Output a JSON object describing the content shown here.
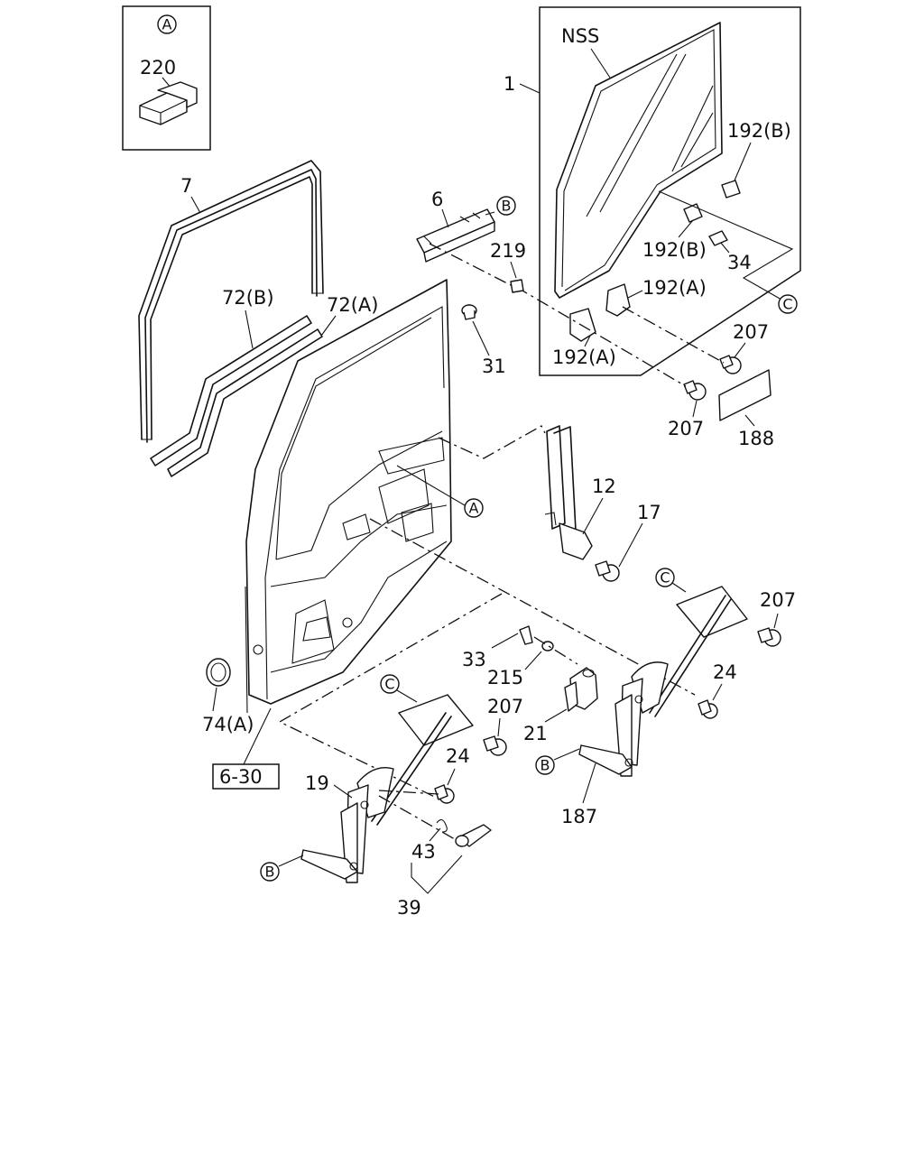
{
  "labels": {
    "nss": "NSS",
    "p1": "1",
    "p192b_top": "192(B)",
    "p192b_mid": "192(B)",
    "p34": "34",
    "p192a_right": "192(A)",
    "p192a_left": "192(A)",
    "p207_a": "207",
    "p207_b": "207",
    "p188": "188",
    "p6": "6",
    "p219": "219",
    "p31": "31",
    "p7": "7",
    "p72b": "72(B)",
    "p72a": "72(A)",
    "p220": "220",
    "p12": "12",
    "p17": "17",
    "p207_c": "207",
    "p24_right": "24",
    "p33": "33",
    "p215": "215",
    "p21": "21",
    "p207_d": "207",
    "p24_left": "24",
    "p19": "19",
    "p43": "43",
    "p39": "39",
    "p187": "187",
    "p74a": "74(A)",
    "ref630": "6-30"
  },
  "markers": {
    "A": "A",
    "B": "B",
    "C": "C"
  }
}
